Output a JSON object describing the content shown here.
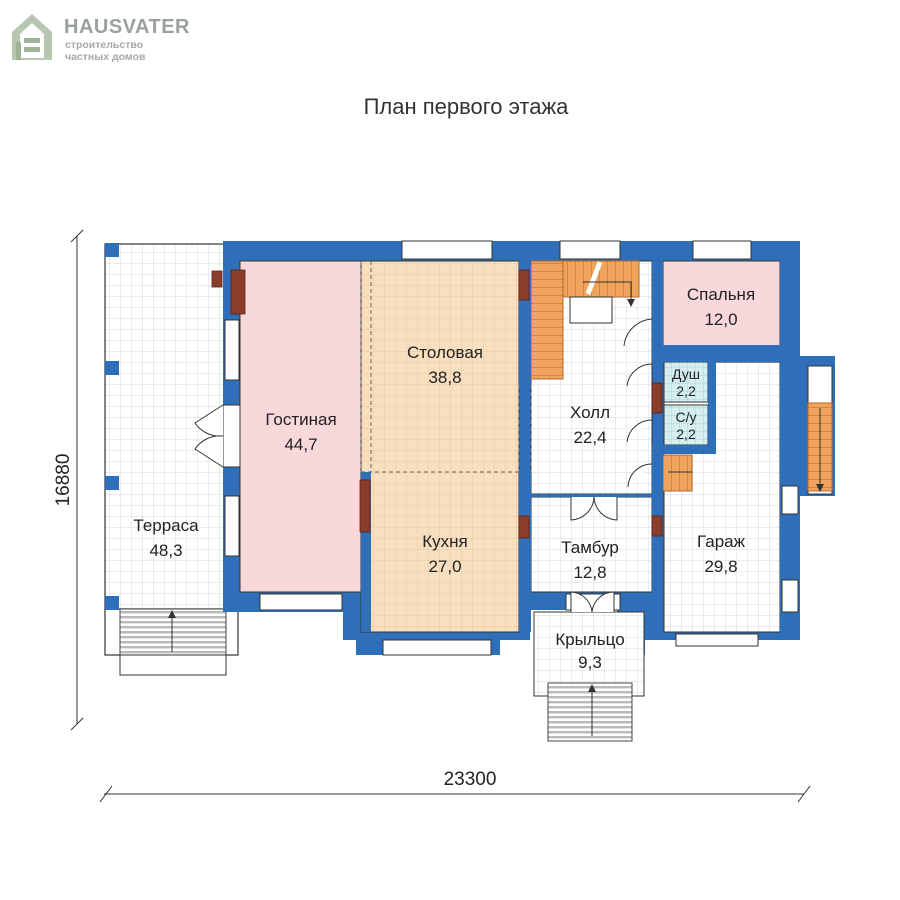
{
  "brand": {
    "name": "HAUSVATER",
    "tagline_line1": "строительство",
    "tagline_line2": "частных домов"
  },
  "plan_title": "План первого этажа",
  "rooms": [
    {
      "id": "terrace",
      "name": "Терраса",
      "area": "48,3"
    },
    {
      "id": "living",
      "name": "Гостиная",
      "area": "44,7"
    },
    {
      "id": "dining",
      "name": "Столовая",
      "area": "38,8"
    },
    {
      "id": "kitchen",
      "name": "Кухня",
      "area": "27,0"
    },
    {
      "id": "hall",
      "name": "Холл",
      "area": "22,4"
    },
    {
      "id": "vestibule",
      "name": "Тамбур",
      "area": "12,8"
    },
    {
      "id": "porch",
      "name": "Крыльцо",
      "area": "9,3"
    },
    {
      "id": "bedroom",
      "name": "Спальня",
      "area": "12,0"
    },
    {
      "id": "shower",
      "name": "Душ",
      "area": "2,2"
    },
    {
      "id": "wc",
      "name": "С/у",
      "area": "2,2"
    },
    {
      "id": "garage",
      "name": "Гараж",
      "area": "29,8"
    }
  ],
  "dimensions": {
    "width": "23300",
    "height": "16880"
  },
  "colors": {
    "wall": "#2f6fba",
    "living_floor": "#f9d8dc",
    "kitchen_floor": "#f7dfbf",
    "stairs": "#f0a45c",
    "wet_floor": "#d6eef0",
    "tile_line": "#d5d9df",
    "chimney": "#8a3d2a"
  }
}
